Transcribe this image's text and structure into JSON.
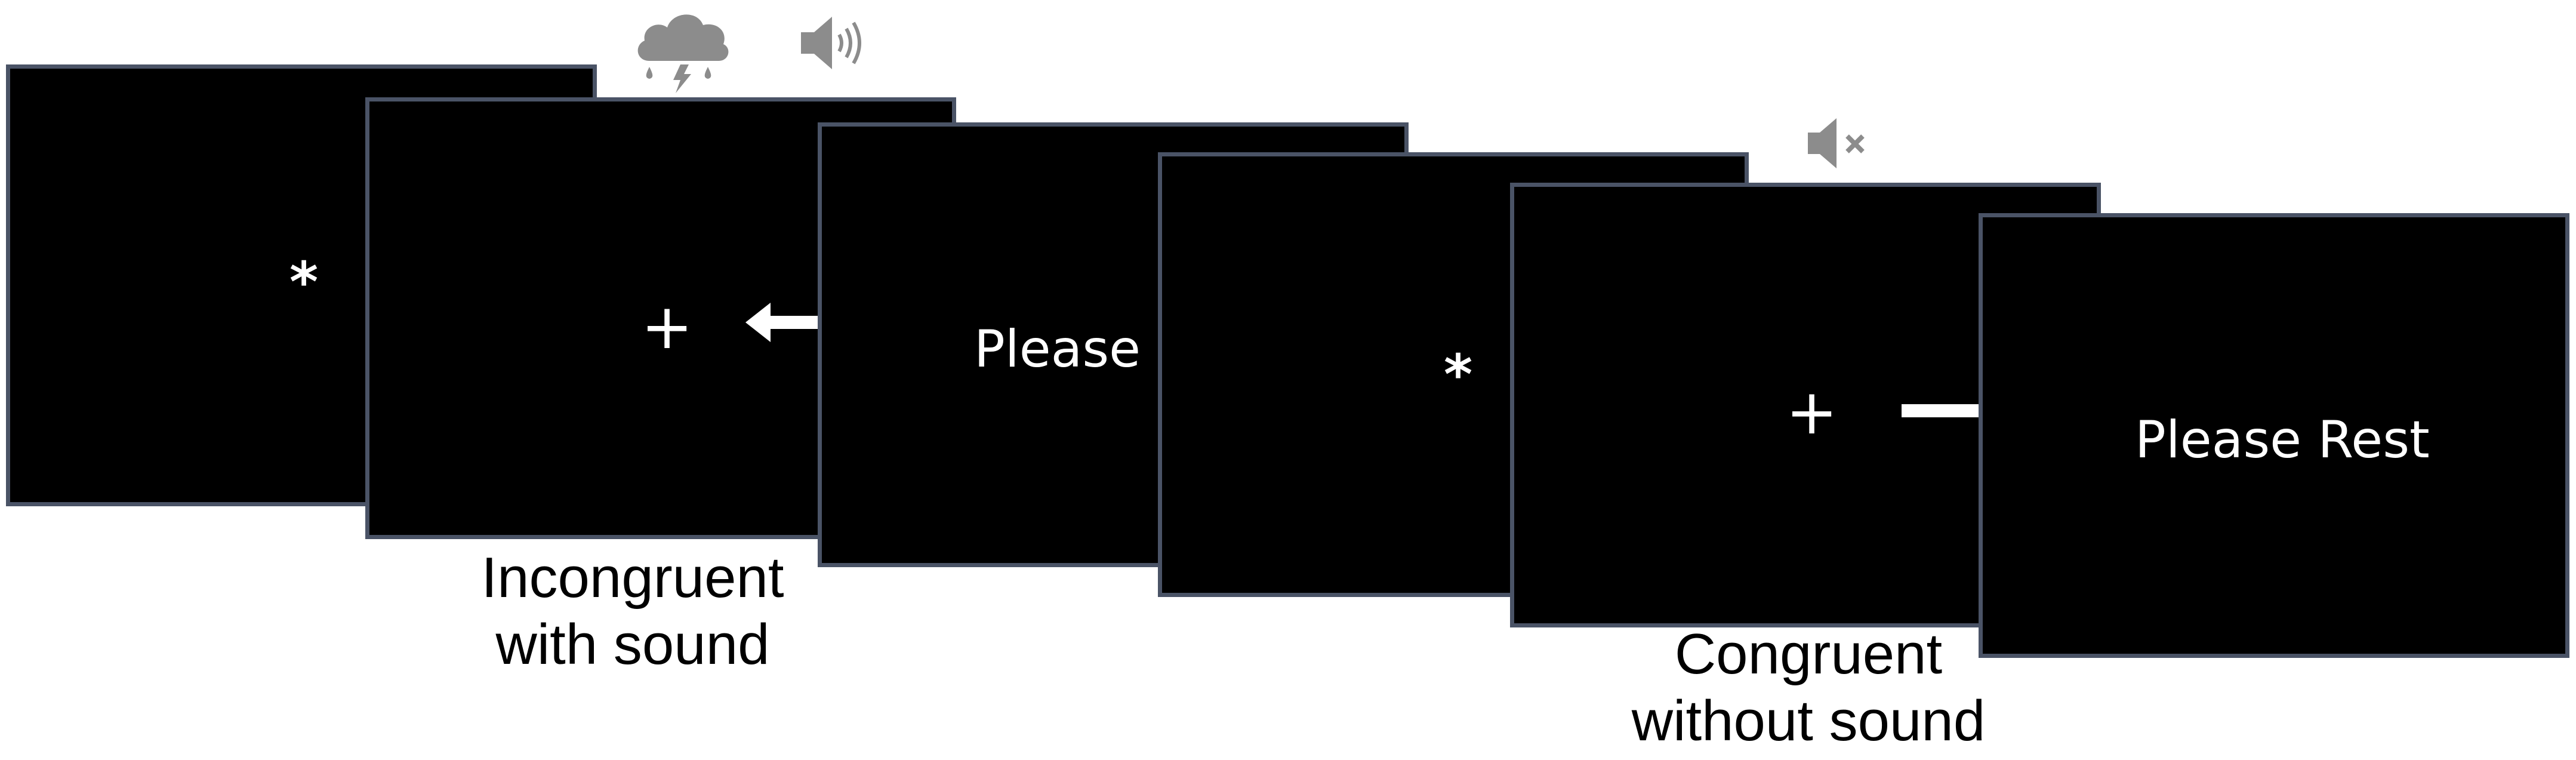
{
  "frames": [
    {
      "content": "*"
    },
    {
      "content": "+"
    },
    {
      "content": "Please Rest"
    },
    {
      "content": "*"
    },
    {
      "content": "+"
    },
    {
      "content": "Please Rest"
    }
  ],
  "captions": {
    "incongruent": {
      "line1": "Incongruent",
      "line2": "with sound"
    },
    "congruent": {
      "line1": "Congruent",
      "line2": "without sound"
    }
  },
  "icons": {
    "trial1": [
      "rain-storm-cloud-icon",
      "speaker-sound-on-icon"
    ],
    "trial2": [
      "speaker-muted-icon"
    ]
  },
  "arrows": {
    "trial1": "left",
    "trial2": "right"
  },
  "colors": {
    "screen_bg": "#000000",
    "screen_border": "#4a5366",
    "stimulus_text": "#ffffff",
    "icon_gray": "#8c8c8c"
  }
}
